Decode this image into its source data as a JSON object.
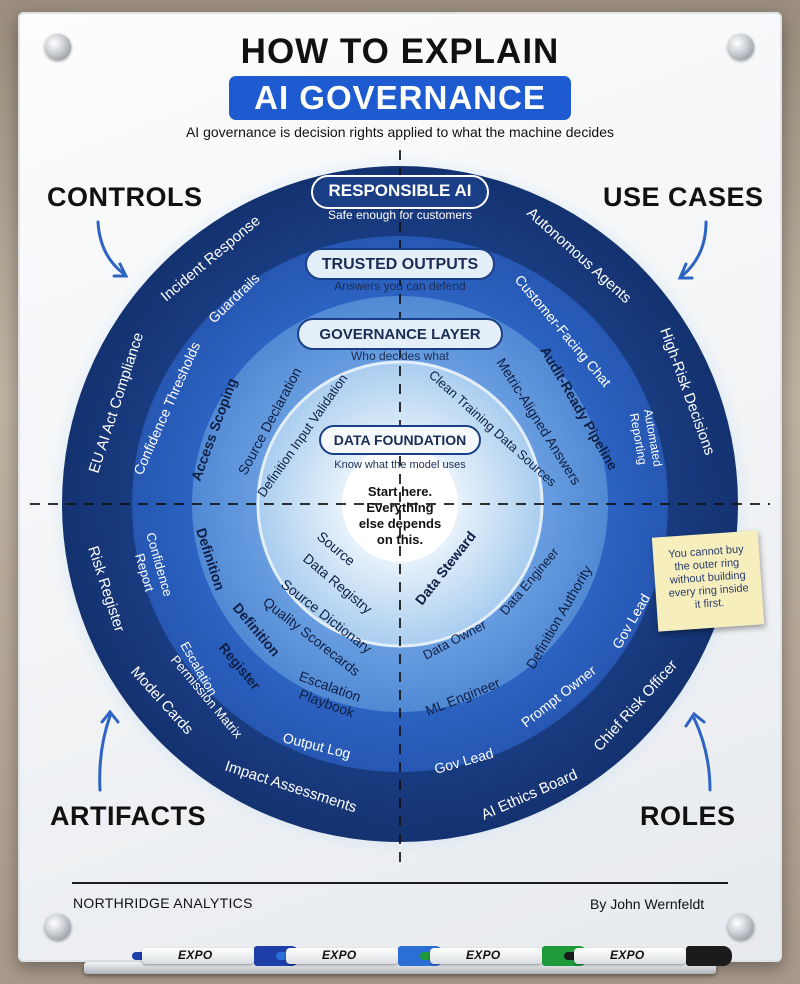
{
  "title": {
    "line1": "HOW TO EXPLAIN",
    "line2": "AI GOVERNANCE"
  },
  "subtitle": "AI governance is decision rights applied to what the machine decides",
  "corners": {
    "controls": "CONTROLS",
    "use_cases": "USE CASES",
    "artifacts": "ARTIFACTS",
    "roles": "ROLES"
  },
  "rings": [
    {
      "title": "RESPONSIBLE AI",
      "subtitle": "Safe enough for customers"
    },
    {
      "title": "TRUSTED OUTPUTS",
      "subtitle": "Answers you can defend"
    },
    {
      "title": "GOVERNANCE LAYER",
      "subtitle": "Who decides what"
    },
    {
      "title": "DATA FOUNDATION",
      "subtitle": "Know what the model uses"
    }
  ],
  "center": [
    "Start here.",
    "Everything",
    "else depends",
    "on this."
  ],
  "items": {
    "ring1_controls": [
      "EU AI Act Compliance",
      "Incident Response"
    ],
    "ring1_use_cases": [
      "Autonomous Agents",
      "High-Risk Decisions"
    ],
    "ring1_artifacts": [
      "Risk Register",
      "Model Cards",
      "Impact Assessments"
    ],
    "ring1_roles": [
      "AI Ethics Board",
      "Chief Risk Officer"
    ],
    "ring2_controls": [
      "Confidence Thresholds",
      "Guardrails"
    ],
    "ring2_use_cases": [
      "Customer-Facing Chat",
      "Automated",
      "Reporting"
    ],
    "ring2_artifacts": [
      "Confidence",
      "Report",
      "Escalation",
      "Permission Matrix",
      "Output Log"
    ],
    "ring2_roles": [
      "Gov Lead",
      "Prompt Owner",
      "Gov Lead"
    ],
    "ring3_controls": [
      "Access Scoping",
      "Source Declaration",
      "Definition Input Validation"
    ],
    "ring3_use_cases": [
      "Audit-Ready Pipeline",
      "Metric-Aligned Answers",
      "Clean Training Data Sources"
    ],
    "ring3_artifacts": [
      "Definition",
      "Register",
      "Definition",
      "Source Dictionary",
      "Quality Scorecards",
      "Escalation",
      "Playbook"
    ],
    "ring3_roles": [
      "ML Engineer",
      "Definition Authority",
      "Data Owner",
      "Data Engineer"
    ],
    "ring4_artifacts": [
      "Source",
      "Data Registry"
    ],
    "ring4_roles": [
      "Data Steward"
    ]
  },
  "sticky_note": [
    "You cannot buy",
    "the outer ring",
    "without building",
    "every ring inside",
    "it first."
  ],
  "footer": {
    "company": "NORTHRIDGE ANALYTICS",
    "author": "By John Wernfeldt"
  },
  "markers": [
    {
      "brand": "EXPO",
      "color": "#1f3fa8"
    },
    {
      "brand": "EXPO",
      "color": "#2b6fd6"
    },
    {
      "brand": "EXPO",
      "color": "#1f9a3a"
    },
    {
      "brand": "EXPO",
      "color": "#1b1b1b"
    }
  ],
  "colors": {
    "accent": "#1f5bd0",
    "ring_outer": "#1a3e85",
    "ring2": "#2d64c4",
    "ring3": "#5b93dc",
    "ring4": "#a7cbef"
  }
}
